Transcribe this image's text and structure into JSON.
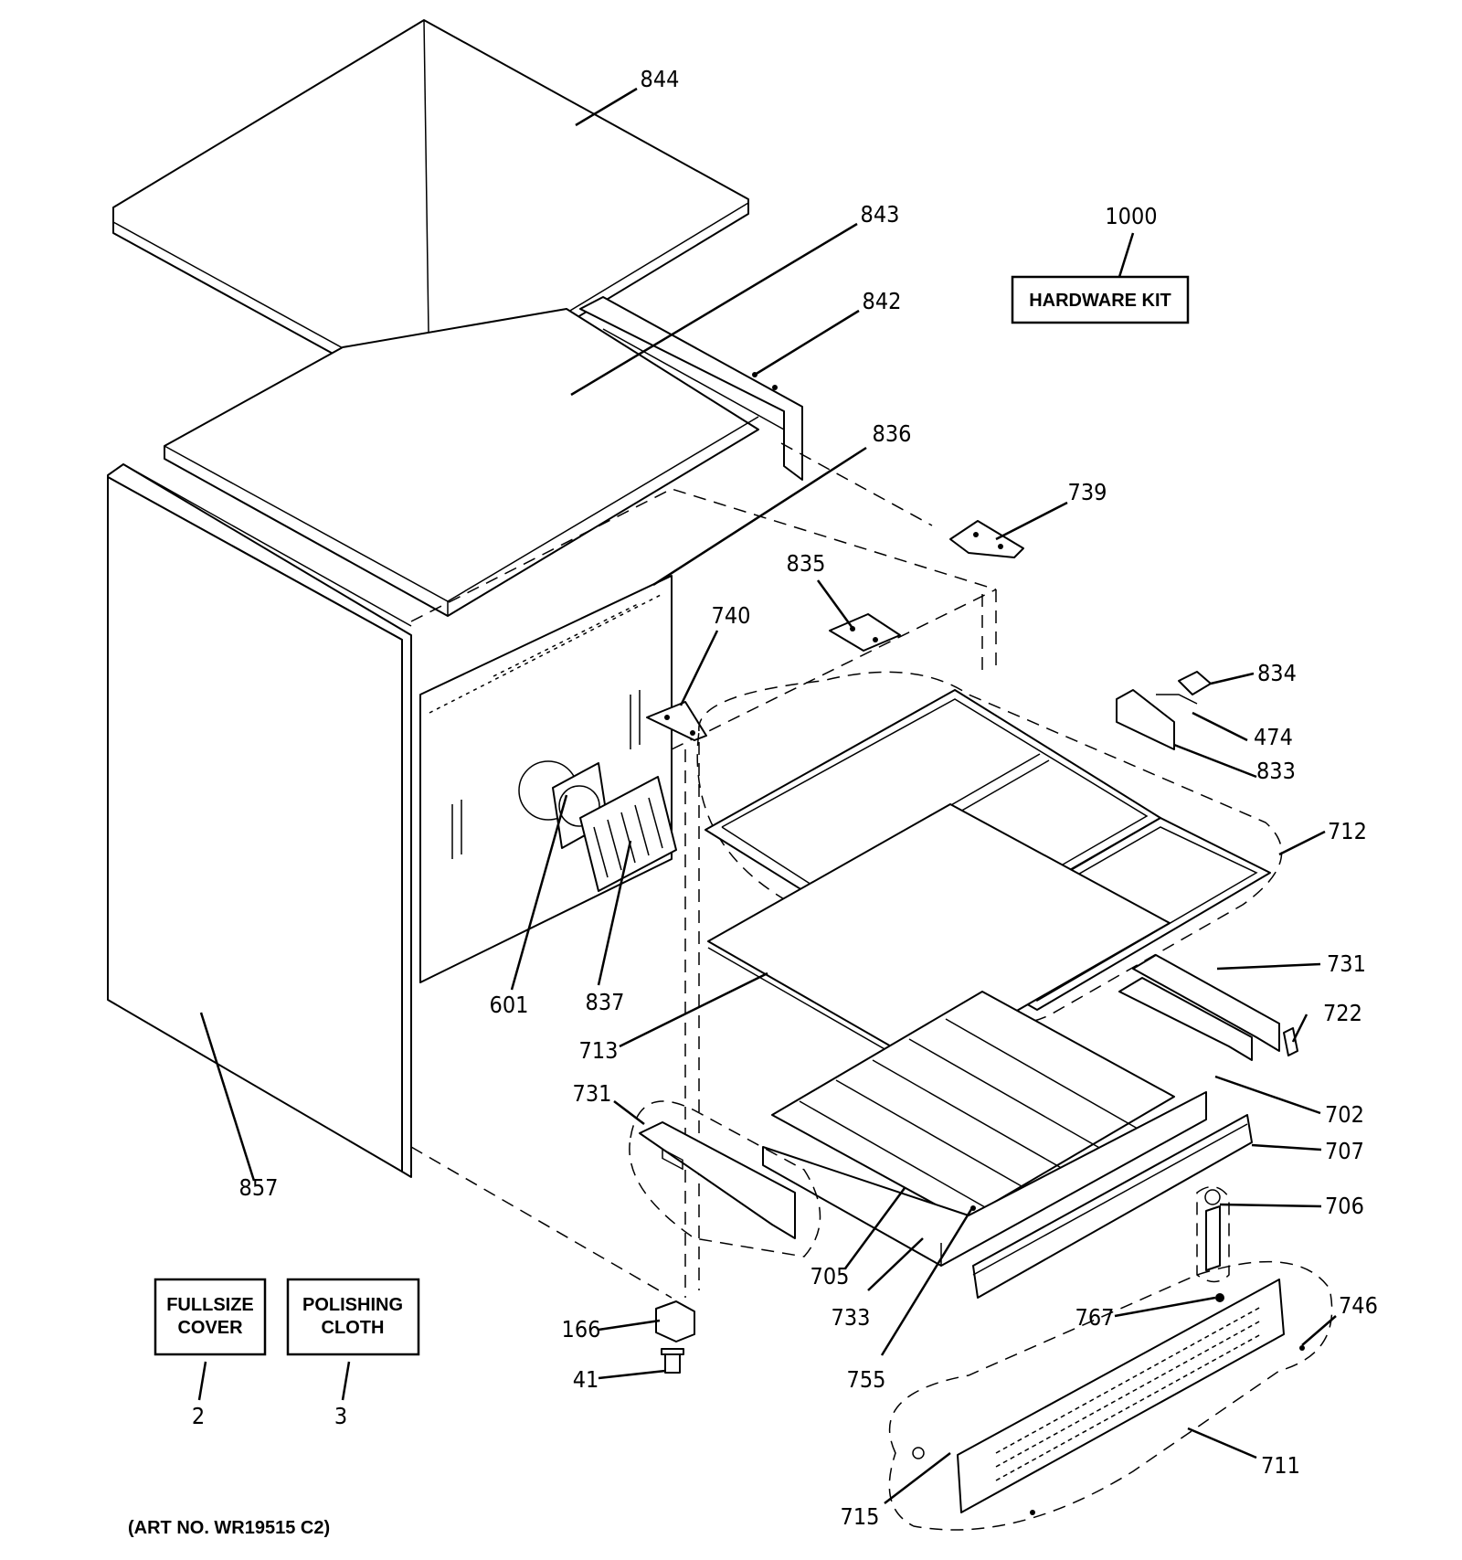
{
  "labels": {
    "p844": "844",
    "p843": "843",
    "p842": "842",
    "p1000": "1000",
    "p836": "836",
    "p739": "739",
    "p835": "835",
    "p740": "740",
    "p834": "834",
    "p474": "474",
    "p833": "833",
    "p712": "712",
    "p601": "601",
    "p837": "837",
    "p731a": "731",
    "p722": "722",
    "p713": "713",
    "p702": "702",
    "p731b": "731",
    "p707": "707",
    "p706": "706",
    "p857": "857",
    "p705": "705",
    "p733": "733",
    "p746": "746",
    "p767": "767",
    "p166": "166",
    "p41": "41",
    "p755": "755",
    "p2": "2",
    "p3": "3",
    "p711": "711",
    "p715": "715"
  },
  "boxes": {
    "hardware_kit": "HARDWARE KIT",
    "fullsize_line1": "FULLSIZE",
    "fullsize_line2": "COVER",
    "polishing_line1": "POLISHING",
    "polishing_line2": "CLOTH"
  },
  "art_number": "(ART NO. WR19515 C2)"
}
